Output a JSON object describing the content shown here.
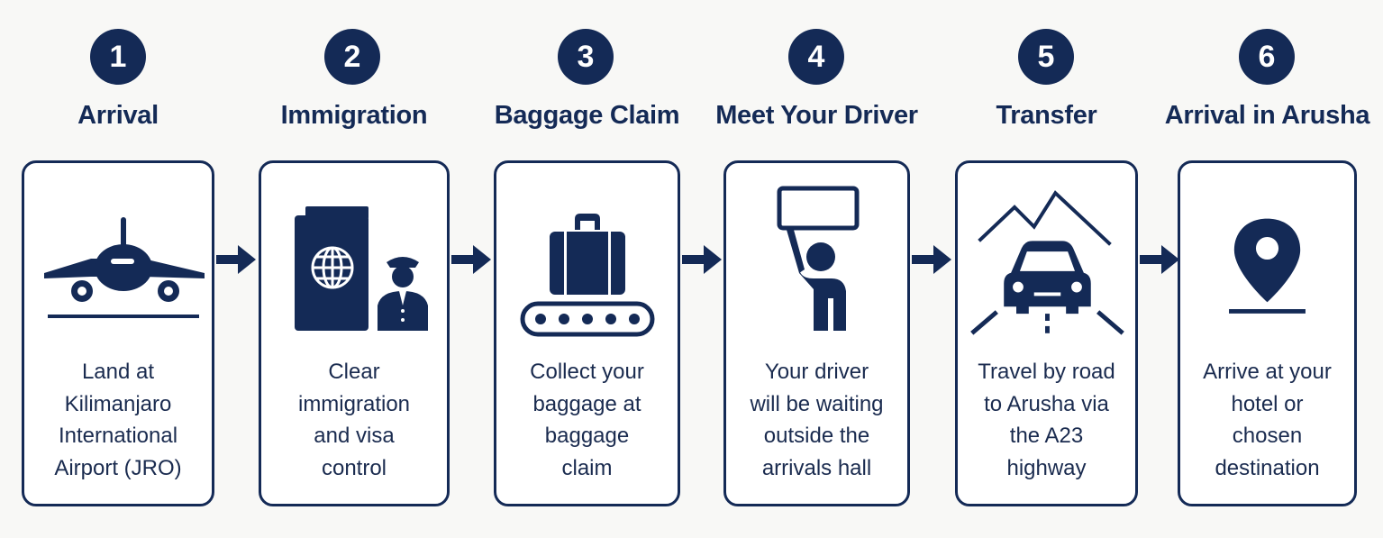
{
  "steps": [
    {
      "number": "1",
      "title": "Arrival",
      "icon": "airplane-icon",
      "lines": [
        "Land at",
        "Kilimanjaro",
        "International",
        "Airport (JRO)"
      ]
    },
    {
      "number": "2",
      "title": "Immigration",
      "icon": "passport-officer-icon",
      "lines": [
        "Clear",
        "immigration",
        "and visa",
        "control"
      ]
    },
    {
      "number": "3",
      "title": "Baggage Claim",
      "icon": "baggage-carousel-icon",
      "lines": [
        "Collect your",
        "baggage at",
        "baggage",
        "claim"
      ]
    },
    {
      "number": "4",
      "title": "Meet Your Driver",
      "icon": "driver-sign-icon",
      "lines": [
        "Your driver",
        "will be waiting",
        "outside the",
        "arrivals hall"
      ]
    },
    {
      "number": "5",
      "title": "Transfer",
      "icon": "car-road-icon",
      "lines": [
        "Travel by road",
        "to Arusha via",
        "the A23",
        "highway"
      ]
    },
    {
      "number": "6",
      "title": "Arrival in Arusha",
      "icon": "location-pin-icon",
      "lines": [
        "Arrive at your",
        "hotel or",
        "chosen",
        "destination"
      ]
    }
  ],
  "colors": {
    "navy": "#142a56",
    "background": "#f8f8f6",
    "card": "#ffffff"
  },
  "arrow_icon": "arrow-right-icon"
}
